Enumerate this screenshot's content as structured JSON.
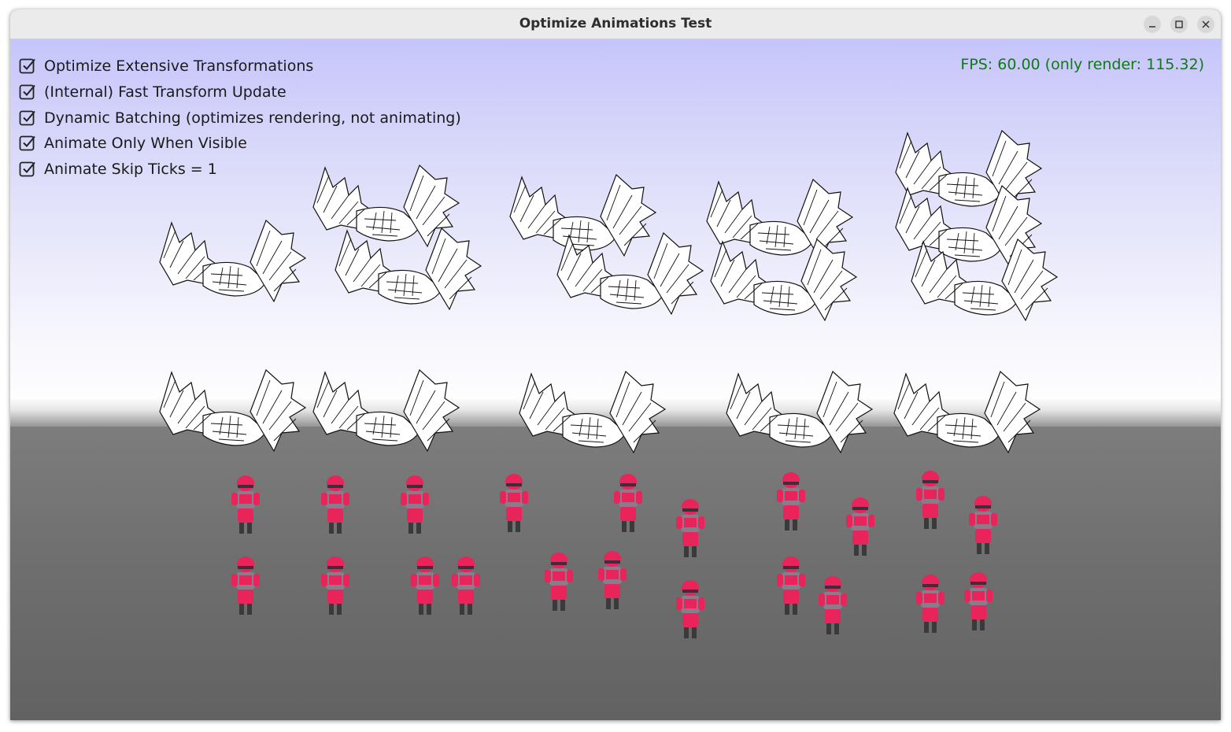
{
  "window": {
    "title": "Optimize Animations Test",
    "controls": [
      "minimize-icon",
      "maximize-icon",
      "close-icon"
    ]
  },
  "options": [
    {
      "label": "Optimize Extensive Transformations",
      "checked": true
    },
    {
      "label": "(Internal) Fast Transform Update",
      "checked": true
    },
    {
      "label": "Dynamic Batching (optimizes rendering, not animating)",
      "checked": true
    },
    {
      "label": "Animate Only When Visible",
      "checked": true
    },
    {
      "label": "Animate Skip Ticks = 1",
      "checked": true
    }
  ],
  "status": {
    "fps_text": "FPS: 60.00 (only render: 115.32)"
  },
  "colors": {
    "fps": "#0f7a14",
    "soldier_primary": "#e8245a",
    "soldier_secondary": "#8a7c8a"
  }
}
